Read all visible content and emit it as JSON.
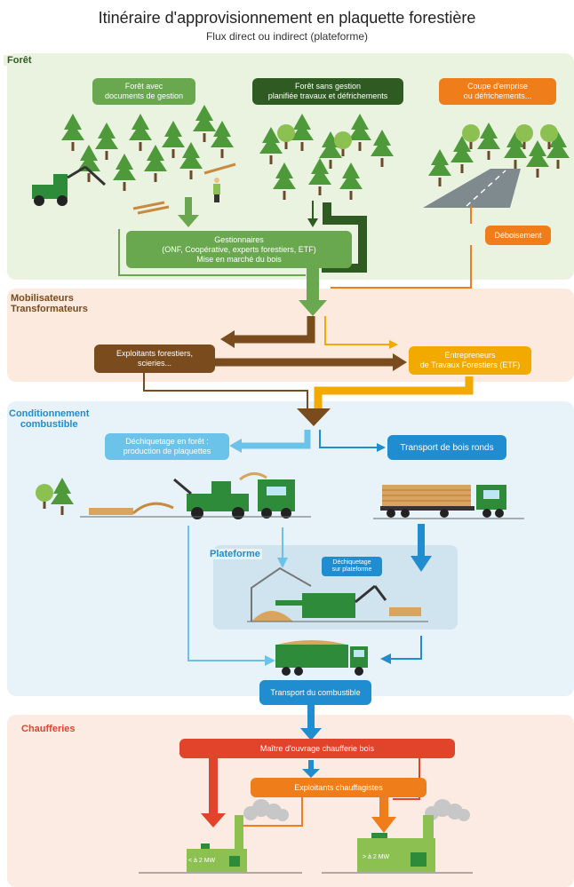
{
  "title": "Itinéraire d'approvisionnement en plaquette forestière",
  "subtitle": "Flux direct ou indirect (plateforme)",
  "colors": {
    "green_light": "#6aa84f",
    "green_dark": "#2f5b22",
    "orange": "#ef7d1a",
    "brown": "#7a4b1c",
    "yellow": "#f2a900",
    "blue": "#1f8dd0",
    "blue_light": "#6cc3ea",
    "red": "#e2432b"
  },
  "sections": {
    "foret": "Forêt",
    "mobilisateurs": "Mobilisateurs\nTransformateurs",
    "conditionnement": "Conditionnement\ncombustible",
    "chaufferies": "Chaufferies"
  },
  "nodes": {
    "foret_avec": "Forêt avec\ndocuments de gestion",
    "foret_sans": "Forêt sans gestion\nplanifiée travaux et défrichements",
    "coupe": "Coupe d'emprise\nou défrichements...",
    "gestionnaires": "Gestionnaires\n(ONF, Coopérative, experts forestiers, ETF)\nMise en marché du bois",
    "deboisement": "Déboisement",
    "exploitants": "Exploitants forestiers,\nscieries...",
    "entrepreneurs": "Entrepreneurs\nde Travaux Forestiers (ETF)",
    "dechiquetage_foret": "Déchiquetage en forêt :\nproduction de plaquettes",
    "transport_bois": "Transport de bois ronds",
    "plateforme": "Plateforme",
    "dechiquetage_plateforme": "Déchiquetage\nsur plateforme",
    "transport_combustible": "Transport du combustible",
    "maitre_ouvrage": "Maître d'ouvrage chaufferie bois",
    "exploitants_chauffagistes": "Exploitants chauffagistes",
    "small_plant": "< à 2 MW",
    "large_plant": "> à 2 MW"
  }
}
